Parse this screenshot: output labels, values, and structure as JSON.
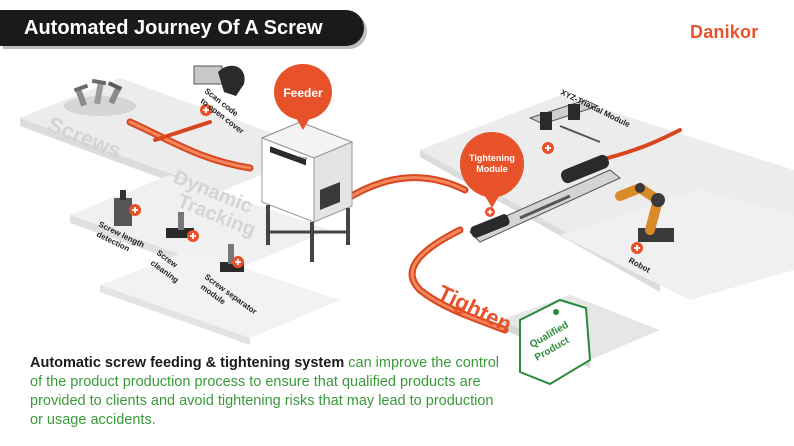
{
  "title": "Automated Journey Of A Screw",
  "brand": "Danikor",
  "colors": {
    "accent": "#e8522a",
    "dark": "#1a1a1a",
    "text_green": "#3a9a3a",
    "floor": "#e8e8e8"
  },
  "labels": {
    "screws": "Screws",
    "dynamic": "Dynamic",
    "tracking": "Tracking",
    "tighten": "Tighten",
    "feeder": "Feeder",
    "tightening_1": "Tightening",
    "tightening_2": "Module",
    "scan_1": "Scan code",
    "scan_2": "to open cover",
    "xyz": "XYZ-Triaxial Module",
    "robot": "Robot",
    "length_1": "Screw length",
    "length_2": "detection",
    "cleaning_1": "Screw",
    "cleaning_2": "cleaning",
    "separator_1": "Screw separator",
    "separator_2": "module",
    "qualified_1": "Qualified",
    "qualified_2": "Product",
    "feeder_brand": "Danikor"
  },
  "caption": {
    "bold": "Automatic screw feeding & tightening system",
    "rest": " can improve the control of the product production process to ensure that qualified products are provided to clients and avoid tightening risks that may lead to production or usage accidents."
  }
}
